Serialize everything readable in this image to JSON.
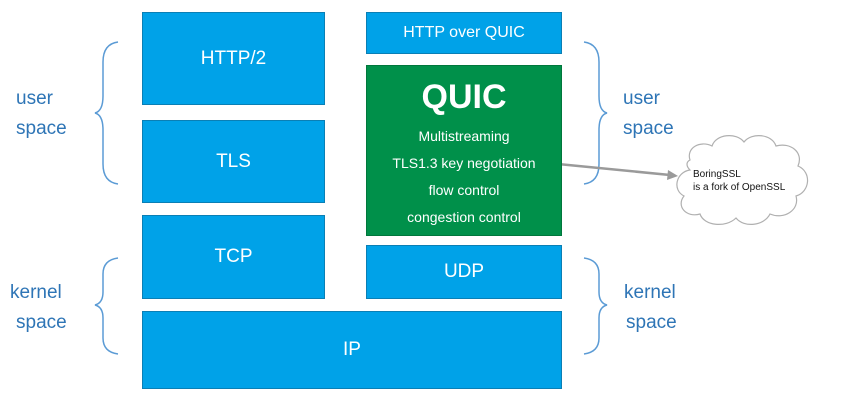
{
  "stack": {
    "http2": "HTTP/2",
    "tls": "TLS",
    "tcp": "TCP",
    "ip": "IP",
    "http_over_quic": "HTTP over QUIC",
    "udp": "UDP",
    "quic": {
      "title": "QUIC",
      "features": [
        "Multistreaming",
        "TLS1.3 key negotiation",
        "flow control",
        "congestion control"
      ]
    }
  },
  "annotations": {
    "left_user": [
      "user",
      "space"
    ],
    "left_kernel": [
      "kernel",
      "space"
    ],
    "right_user": [
      "user",
      "space"
    ],
    "right_kernel": [
      "kernel",
      "space"
    ]
  },
  "callout": {
    "lines": [
      "BoringSSL",
      "is a fork of OpenSSL"
    ]
  },
  "colors": {
    "layer_blue": "#00a2e8",
    "quic_green": "#00904a",
    "annotation_blue": "#2e75b6",
    "brace_blue": "#5b9bd5"
  }
}
